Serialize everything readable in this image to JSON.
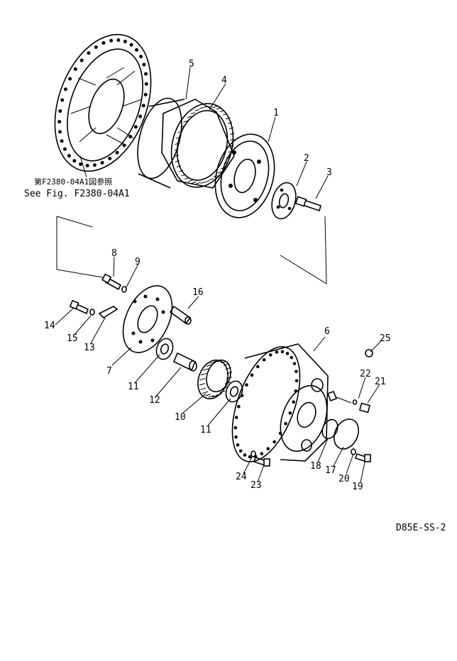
{
  "reference_note": {
    "jp": "第F2380-04A1図参照",
    "en": "See Fig. F2380-04A1"
  },
  "drawing_code": "D85E-SS-2",
  "callouts": [
    "1",
    "2",
    "3",
    "4",
    "5",
    "6",
    "7",
    "8",
    "9",
    "10",
    "11",
    "11",
    "12",
    "13",
    "14",
    "15",
    "16",
    "17",
    "18",
    "19",
    "20",
    "21",
    "22",
    "23",
    "24",
    "25"
  ]
}
